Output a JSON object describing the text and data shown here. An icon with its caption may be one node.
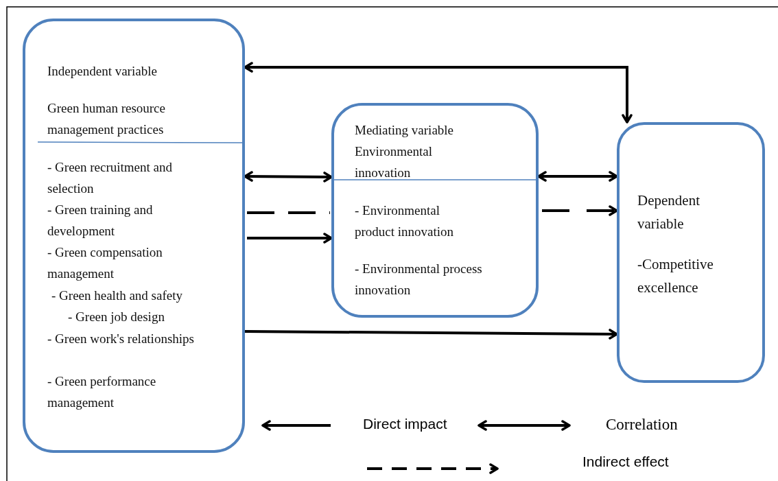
{
  "diagram": {
    "nodes": [
      {
        "text": [
          "Independent variable",
          "Green human resource management practices",
          "- Green recruitment and selection",
          "- Green training and development",
          "- Green compensation management",
          "- Green health and safety",
          "- Green job design",
          "- Green work's relationships",
          "- Green performance management"
        ]
      },
      {
        "text": [
          "Mediating variable",
          "Environmental innovation",
          "- Environmental product innovation",
          "- Environmental process innovation"
        ]
      },
      {
        "text": [
          "Dependent variable",
          "-Competitive excellence"
        ]
      }
    ],
    "edges": [
      {
        "from": 0,
        "to": 2,
        "arrow": "both"
      },
      {
        "from": 0,
        "to": 1,
        "arrow": "both"
      },
      {
        "from": 1,
        "to": 2,
        "arrow": "both"
      },
      {
        "from": 0,
        "to": 1,
        "arrow": "none",
        "style": "dashed"
      },
      {
        "from": 1,
        "to": 2,
        "arrow": "to",
        "style": "dashed"
      },
      {
        "from": 0,
        "to": 1,
        "arrow": "to"
      },
      {
        "from": 0,
        "to": 2,
        "arrow": "to"
      }
    ],
    "legend": [
      {
        "text": "Direct impact"
      },
      {
        "text": "Correlation"
      },
      {
        "text": "Indirect effect"
      }
    ]
  }
}
